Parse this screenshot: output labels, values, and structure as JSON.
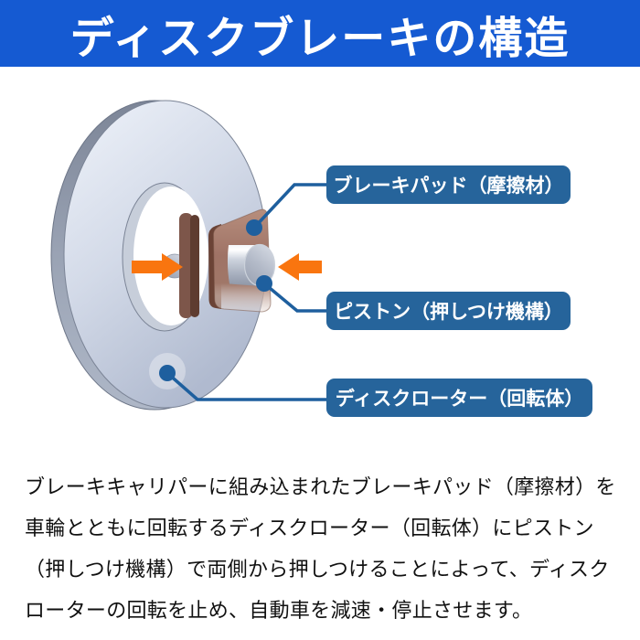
{
  "title": "ディスクブレーキの構造",
  "diagram": {
    "labels": [
      {
        "id": "brake-pad",
        "text": "ブレーキパッド（摩擦材）"
      },
      {
        "id": "piston",
        "text": "ピストン（押しつけ機構）"
      },
      {
        "id": "disc-rotor",
        "text": "ディスクローター（回転体）"
      }
    ]
  },
  "description_lines": [
    "ブレーキキャリパーに組み込まれたブレーキパッド（摩擦材）を",
    "車輪とともに回転するディスクローター（回転体）にピストン",
    "（押しつけ機構）で両側から押しつけることによって、ディスク",
    "ローターの回転を止め、自動車を減速・停止させます。"
  ],
  "colors": {
    "banner_blue": "#155ad2",
    "label_blue": "#26649b",
    "callout_blue": "#1e5f9e",
    "arrow_orange": "#f9750f",
    "disc_face_gray_blue": "#cfd7e6",
    "pad_brown": "#9f7366",
    "piston_gray": "#b4bbc9"
  }
}
